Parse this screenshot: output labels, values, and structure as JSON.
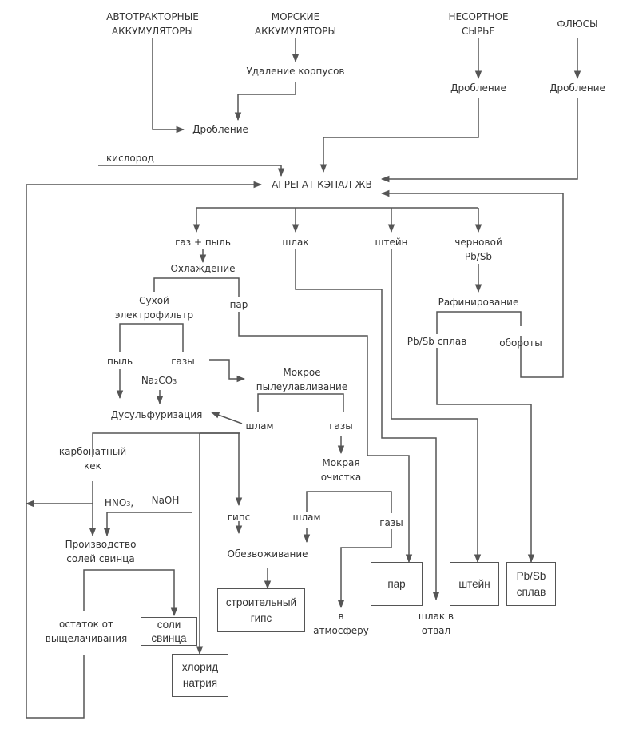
{
  "sources": {
    "auto_batteries": [
      "АВТОТРАКТОРНЫЕ",
      "АККУМУЛЯТОРЫ"
    ],
    "marine_batteries": [
      "МОРСКИЕ",
      "АККУМУЛЯТОРЫ"
    ],
    "unsorted_raw": [
      "НЕСОРТНОЕ",
      "СЫРЬЕ"
    ],
    "fluxes": "ФЛЮСЫ"
  },
  "steps": {
    "case_removal": "Удаление корпусов",
    "crushing_batteries": "Дробление",
    "crushing_raw": "Дробление",
    "crushing_flux": "Дробление",
    "oxygen": "кислород",
    "unit": "АГРЕГАТ КЭПАЛ-ЖВ",
    "gas_dust": "газ + пыль",
    "slag": "шлак",
    "matte": "штейн",
    "crude_pbsb": [
      "черновой",
      "Pb/Sb"
    ],
    "cooling": "Охлаждение",
    "dry_esp": [
      "Сухой",
      "электрофильтр"
    ],
    "steam": "пар",
    "refining": "Рафинирование",
    "pbsb_alloy": "Pb/Sb сплав",
    "returns": "обороты",
    "dust": "пыль",
    "gases_1": "газы",
    "na2co3": "Na",
    "na2co3_sub1": "2",
    "na2co3_mid": "CO",
    "na2co3_sub2": "3",
    "wet_dust": [
      "Мокрое",
      "пылеулавливание"
    ],
    "desulf": "Дусульфуризация",
    "sludge_1": "шлам",
    "gases_2": "газы",
    "carbonate_cake": [
      "карбонатный",
      "кек"
    ],
    "wet_cleaning": [
      "Мокрая",
      "очистка"
    ],
    "hno3": "HNO",
    "hno3_sub": "3",
    "hno3_comma": ",",
    "naoh": "NaOH",
    "gypsum": "гипс",
    "sludge_2": "шлам",
    "gases_3": "газы",
    "lead_salts_prod": [
      "Производство",
      "солей свинца"
    ],
    "dewatering": "Обезвоживание",
    "leach_residue": [
      "остаток от",
      "выщелачивания"
    ],
    "to_atmosphere": [
      "в",
      "атмосферу"
    ],
    "slag_dump": [
      "шлак в",
      "отвал"
    ]
  },
  "outputs": {
    "steam": "пар",
    "matte": "штейн",
    "pbsb_alloy": [
      "Pb/Sb",
      "сплав"
    ],
    "building_gypsum": [
      "строительный",
      "гипс"
    ],
    "lead_salts": [
      "соли",
      "свинца"
    ],
    "sodium_chloride": [
      "хлорид",
      "натрия"
    ]
  },
  "colors": {
    "line": "#555555",
    "text": "#333333",
    "background": "#ffffff"
  }
}
